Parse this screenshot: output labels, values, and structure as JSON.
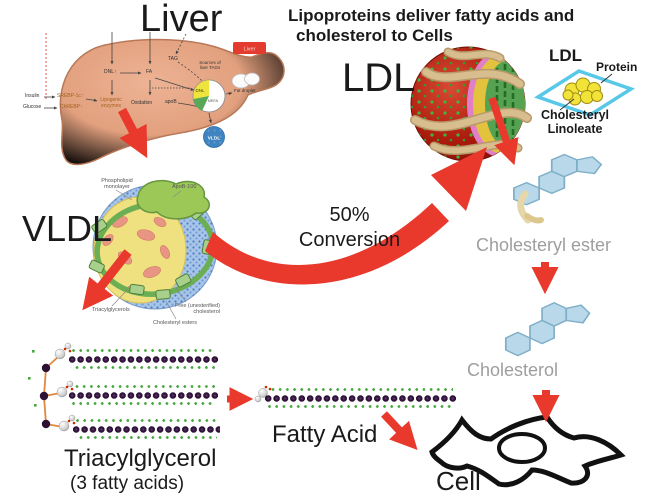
{
  "header": {
    "line1": "Lipoproteins deliver fatty acids and",
    "line2": "cholesterol to Cells"
  },
  "liver": {
    "title": "Liver",
    "badge": "Liver",
    "insulin": "Insulin",
    "srebp": "SREBP-1c↑",
    "glucose": "Glucose",
    "chrebp": "ChREBP↑",
    "lipogenic": "Lipogenic\nenzymes",
    "dnl": "DNL↑",
    "fa": "FA",
    "oxidation": "Oxidation",
    "tag": "TAG",
    "apob": "apoB",
    "pie_title": "Sources of\nliver TAGs",
    "pie_dnl": "DNL",
    "pie_nefa": "NEFA",
    "fat_droplet": "Fat droplet",
    "mini_vldl": "VLDL"
  },
  "vldl": {
    "label": "VLDL",
    "phospholipid": "Phospholipid\nmonolayer",
    "apob100": "ApoB-100",
    "triacylglycerols": "Triacylglycerols",
    "free_chol": "Free (unesterified)\ncholesterol",
    "chol_esters": "Cholesteryl esters"
  },
  "ldl": {
    "label": "LDL"
  },
  "inset": {
    "label": "LDL",
    "protein": "Protein",
    "cholesteryl_linoleate": "Cholesteryl\nLinoleate"
  },
  "conversion": {
    "label": "50%\nConversion"
  },
  "molecules": {
    "cholesteryl_ester": "Cholesteryl ester",
    "cholesterol": "Cholesterol",
    "triacylglycerol": "Triacylglycerol",
    "three_fatty_acids": "(3 fatty acids)",
    "fatty_acid": "Fatty Acid",
    "cell": "Cell"
  },
  "colors": {
    "arrow_red": "#e8392c",
    "hexagon_fill": "#b9d9ea",
    "hexagon_stroke": "#7fafc8",
    "gray_text": "#9e9e9e"
  }
}
